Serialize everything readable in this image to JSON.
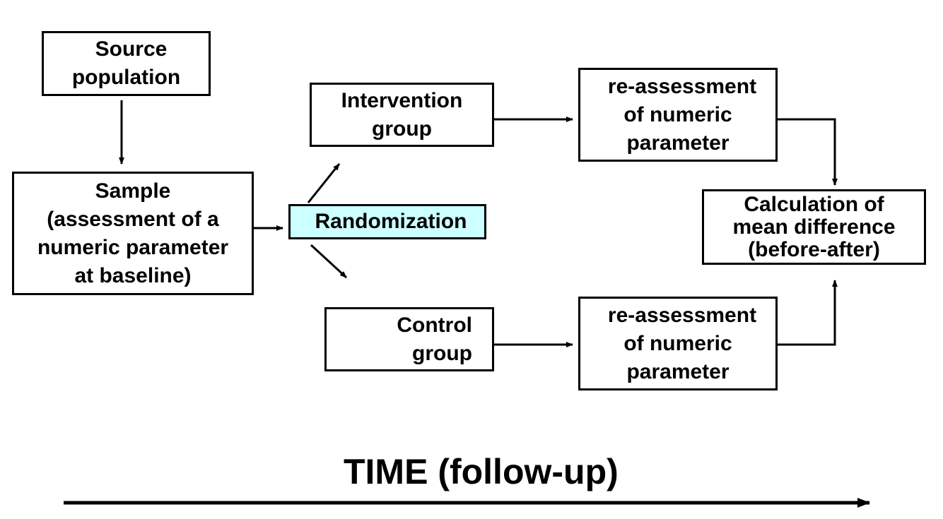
{
  "boxes": {
    "source": {
      "lines": [
        "Source",
        "population"
      ]
    },
    "sample": {
      "lines": [
        "Sample",
        "(assessment of a",
        "numeric parameter",
        "at baseline)"
      ]
    },
    "randomization": {
      "lines": [
        "Randomization"
      ]
    },
    "intervention": {
      "lines": [
        "Intervention",
        "group"
      ]
    },
    "control": {
      "lines": [
        "Control",
        "group"
      ]
    },
    "reassess_top": {
      "lines": [
        "re-assessment",
        "of numeric",
        "parameter"
      ]
    },
    "reassess_bottom": {
      "lines": [
        "re-assessment",
        "of numeric",
        "parameter"
      ]
    },
    "calculation": {
      "lines": [
        "Calculation of",
        "mean difference",
        "(before-after)"
      ]
    }
  },
  "time_label": "TIME (follow-up)",
  "colors": {
    "randomization_fill": "#ccffff",
    "stroke": "#000000"
  }
}
